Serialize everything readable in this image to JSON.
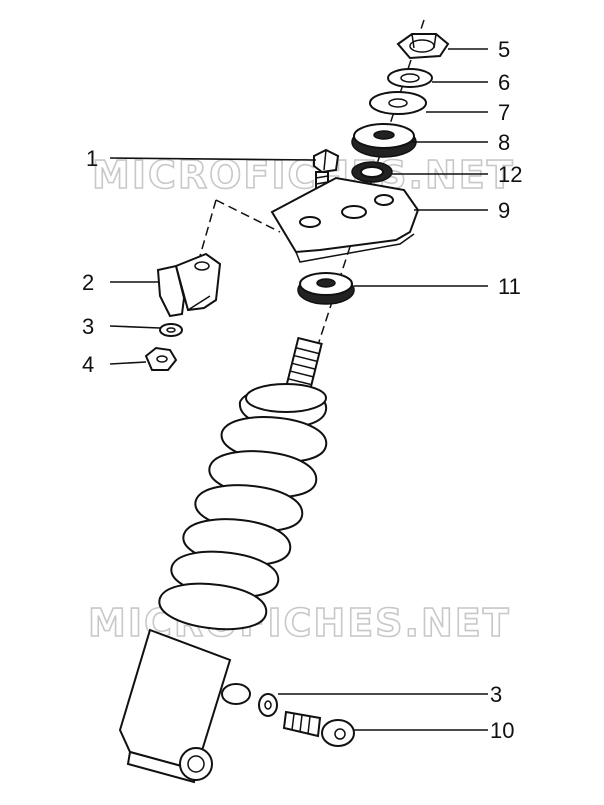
{
  "watermark": [
    "MICROFICHES.NET",
    "MICROFICHES.NET"
  ],
  "callouts": [
    {
      "id": "1",
      "label": "1"
    },
    {
      "id": "2",
      "label": "2"
    },
    {
      "id": "3",
      "label": "3"
    },
    {
      "id": "4",
      "label": "4"
    },
    {
      "id": "5",
      "label": "5"
    },
    {
      "id": "6",
      "label": "6"
    },
    {
      "id": "7",
      "label": "7"
    },
    {
      "id": "8",
      "label": "8"
    },
    {
      "id": "12",
      "label": "12"
    },
    {
      "id": "9",
      "label": "9"
    },
    {
      "id": "11",
      "label": "11"
    },
    {
      "id": "3b",
      "label": "3"
    },
    {
      "id": "10",
      "label": "10"
    }
  ]
}
